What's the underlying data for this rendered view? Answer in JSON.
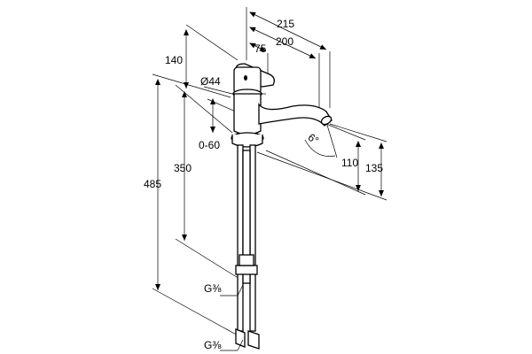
{
  "dimensions": {
    "d215": "215",
    "d200": "200",
    "d75": "75",
    "d140": "140",
    "d44": "Ø44",
    "d060": "0-60",
    "d350": "350",
    "d485": "485",
    "d110": "110",
    "d135": "135",
    "angle": "6°",
    "thread1": "G⅜",
    "thread2": "G⅜"
  }
}
